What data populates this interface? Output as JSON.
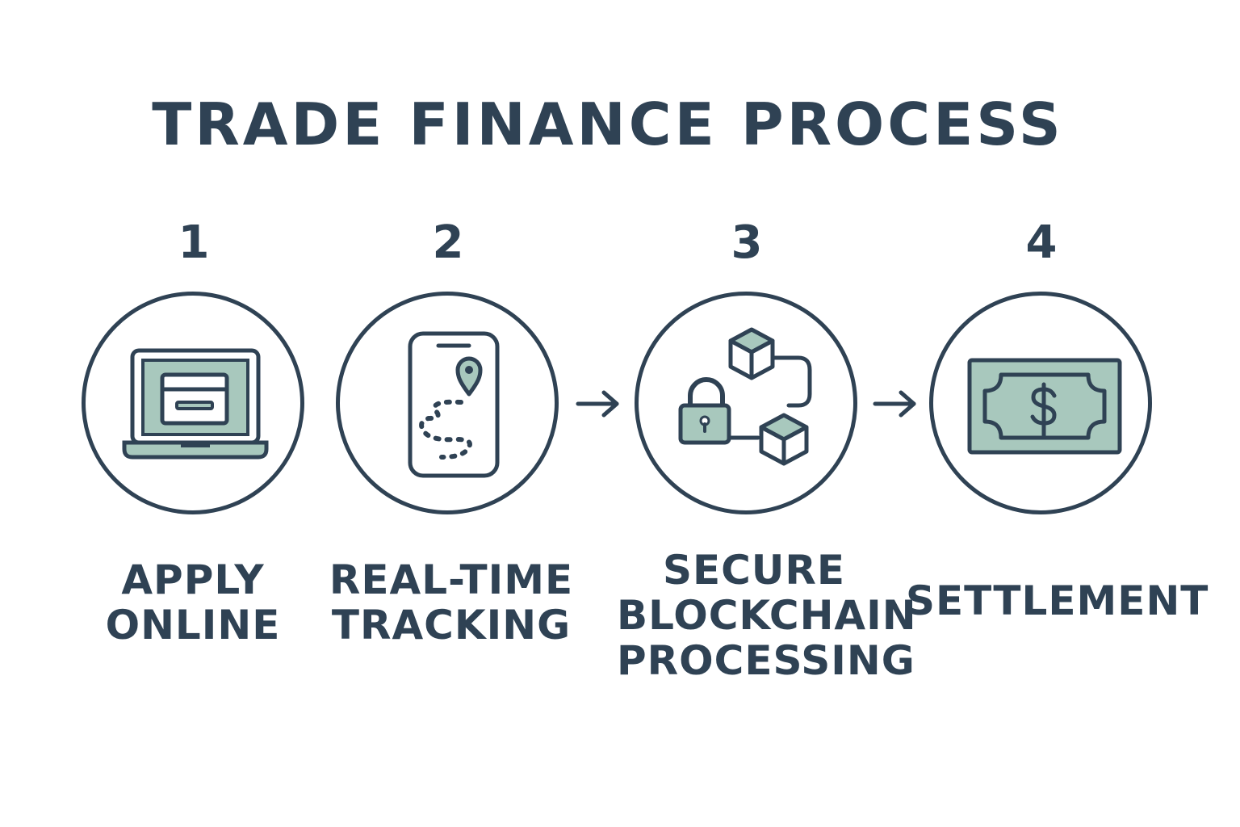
{
  "title": "TRADE FINANCE PROCESS",
  "colors": {
    "ink": "#2f4254",
    "fill": "#a8c8bd",
    "background": "#ffffff"
  },
  "steps": [
    {
      "number": "1",
      "label_lines": [
        "APPLY",
        "ONLINE"
      ],
      "icon": "laptop-icon"
    },
    {
      "number": "2",
      "label_lines": [
        "REAL-TIME",
        "TRACKING"
      ],
      "icon": "phone-location-icon"
    },
    {
      "number": "3",
      "label_lines": [
        "SECURE",
        "BLOCKCHAIN",
        "PROCESSING"
      ],
      "icon": "blockchain-lock-icon"
    },
    {
      "number": "4",
      "label_lines": [
        "SETTLEMENT"
      ],
      "icon": "banknote-icon"
    }
  ],
  "arrows": [
    {
      "from": "2",
      "to": "3",
      "icon": "arrow-right-icon"
    },
    {
      "from": "3",
      "to": "4",
      "icon": "arrow-right-icon"
    }
  ]
}
